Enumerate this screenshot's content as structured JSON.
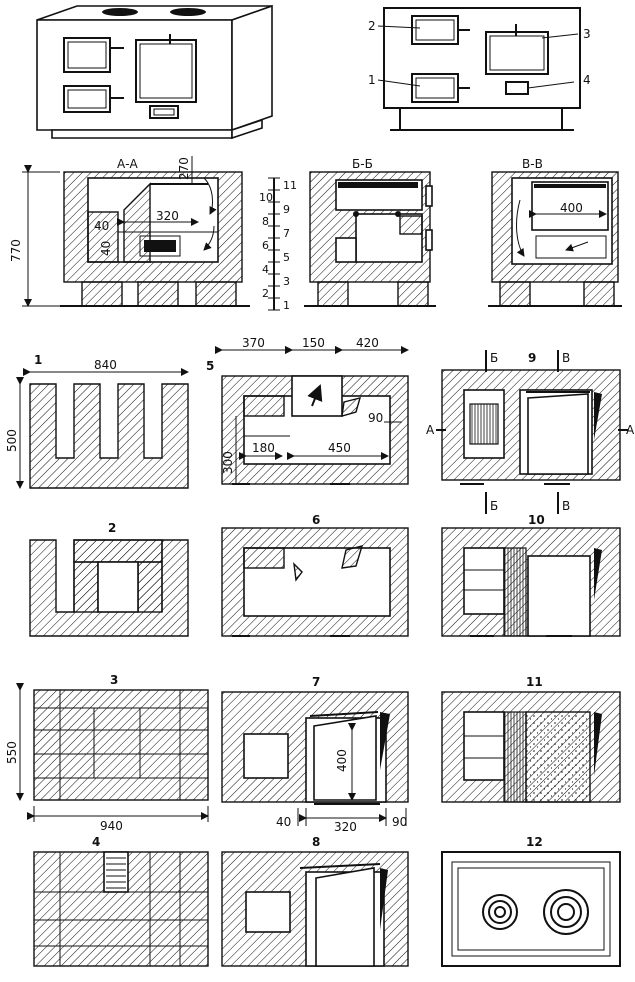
{
  "title": "",
  "front_view": {
    "labels": [
      "1",
      "2",
      "3",
      "4"
    ]
  },
  "sections": [
    {
      "id": "aa",
      "label": "А-А",
      "dims": {
        "height_total": "770",
        "flue_height": "270",
        "firebox_width": "320",
        "grate_width": "40",
        "grate_height": "40"
      }
    },
    {
      "id": "bb",
      "label": "Б-Б"
    },
    {
      "id": "vv",
      "label": "В-В",
      "dims": {
        "oven_width": "400"
      }
    }
  ],
  "row_scale": [
    "11",
    "10",
    "9",
    "8",
    "7",
    "6",
    "5",
    "4",
    "3",
    "2",
    "1"
  ],
  "plans": [
    {
      "number": "1",
      "dims": {
        "width": "840",
        "depth": "500"
      }
    },
    {
      "number": "2"
    },
    {
      "number": "3",
      "dims": {
        "width": "940",
        "depth": "550"
      }
    },
    {
      "number": "4"
    },
    {
      "number": "5",
      "dims": {
        "left": "370",
        "flue": "150",
        "right": "420",
        "side": "90",
        "chamber_w": "180",
        "chamber_d": "300",
        "firebox": "450"
      }
    },
    {
      "number": "6"
    },
    {
      "number": "7",
      "dims": {
        "oven_h": "400",
        "left": "40",
        "oven_w": "320",
        "right": "90"
      }
    },
    {
      "number": "8"
    },
    {
      "number": "9",
      "section_marks": [
        "Б",
        "В",
        "А",
        "А",
        "Б",
        "В"
      ]
    },
    {
      "number": "10"
    },
    {
      "number": "11"
    },
    {
      "number": "12"
    }
  ]
}
